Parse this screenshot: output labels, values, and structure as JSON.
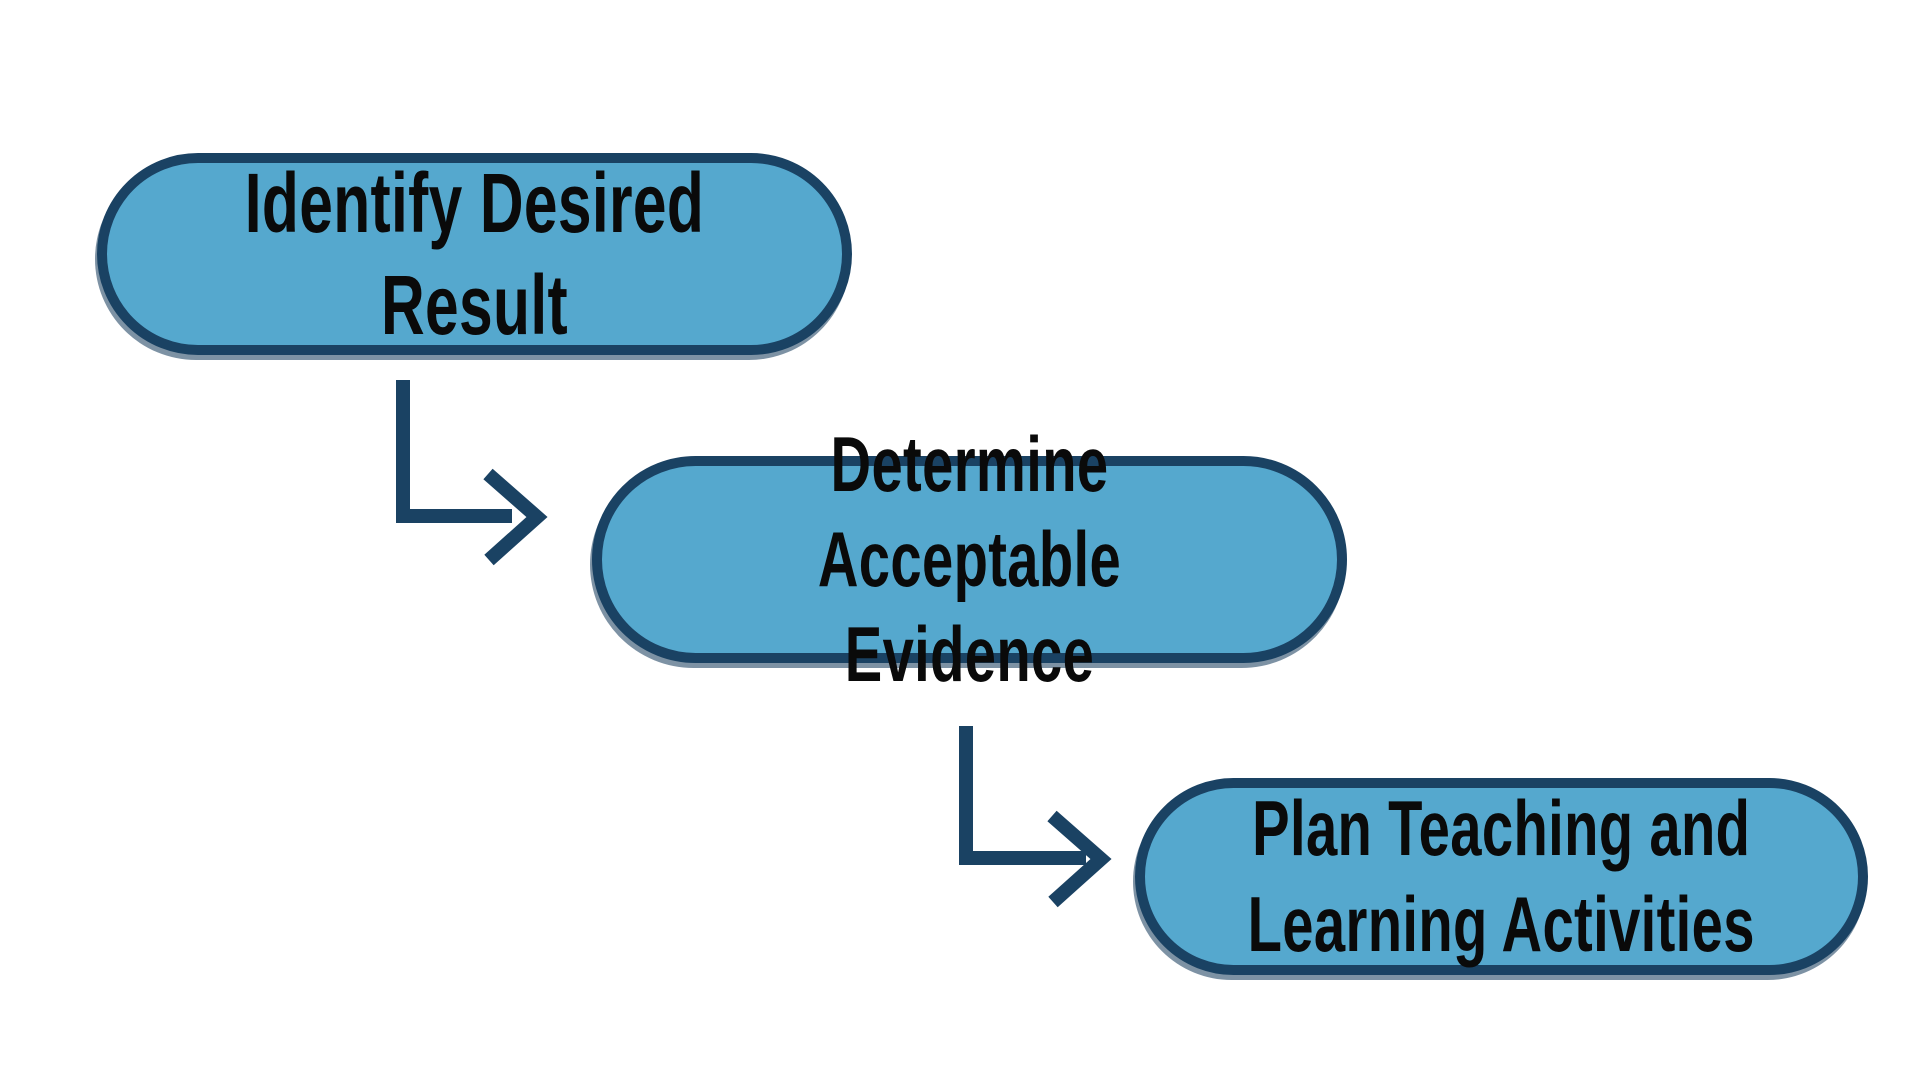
{
  "diagram": {
    "type": "flowchart",
    "steps": [
      {
        "id": 1,
        "label": "Identify Desired Result"
      },
      {
        "id": 2,
        "label": "Determine Acceptable\nEvidence"
      },
      {
        "id": 3,
        "label": "Plan Teaching and\nLearning Activities"
      }
    ],
    "connectors": [
      {
        "from": 1,
        "to": 2,
        "shape": "elbow-down-right",
        "head": "chevron-right"
      },
      {
        "from": 2,
        "to": 3,
        "shape": "elbow-down-right",
        "head": "chevron-right"
      }
    ]
  },
  "colors": {
    "background": "#FFFFFF",
    "box_fill": "#55A8CE",
    "box_border": "#1A4263",
    "arrow": "#1A4263",
    "text": "#0A0A0A"
  }
}
